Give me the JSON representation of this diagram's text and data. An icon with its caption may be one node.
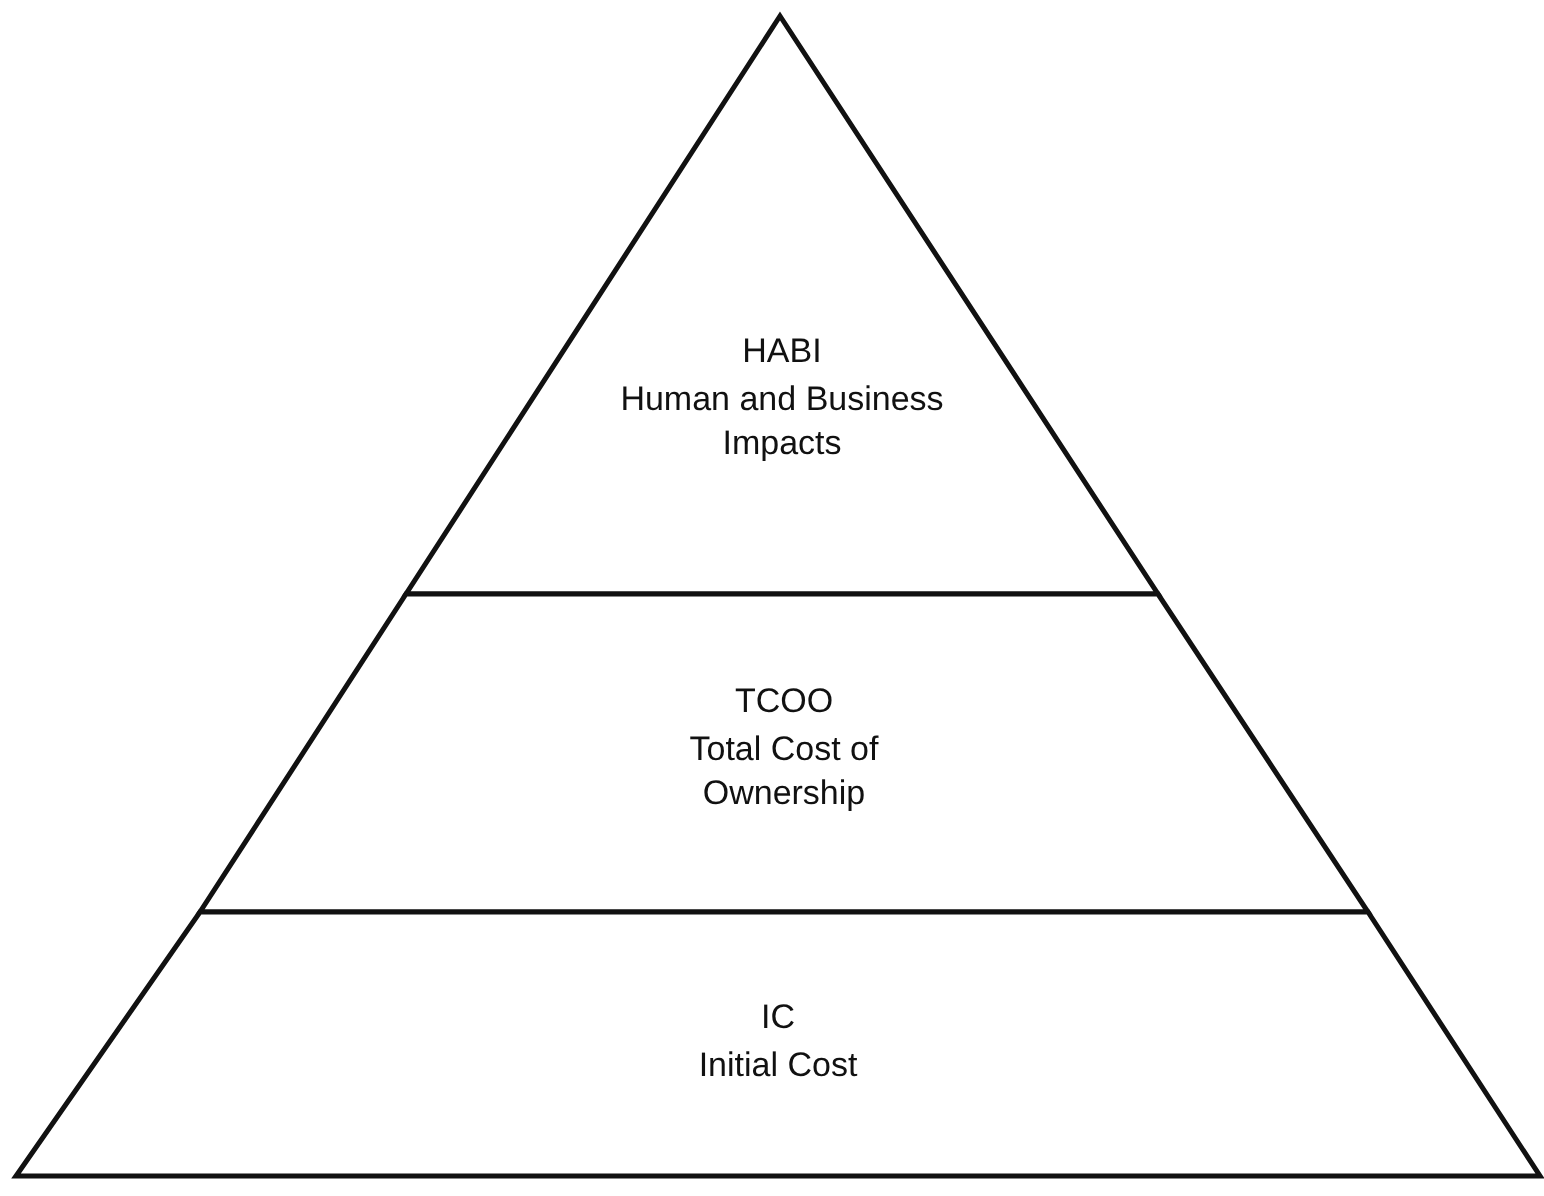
{
  "diagram": {
    "nodes": [
      {
        "text": [
          "HABI",
          "Human and Business Impacts"
        ]
      },
      {
        "text": [
          "TCOO",
          "Total Cost of Ownership"
        ]
      },
      {
        "text": [
          "IC",
          "Initial Cost"
        ]
      }
    ]
  }
}
